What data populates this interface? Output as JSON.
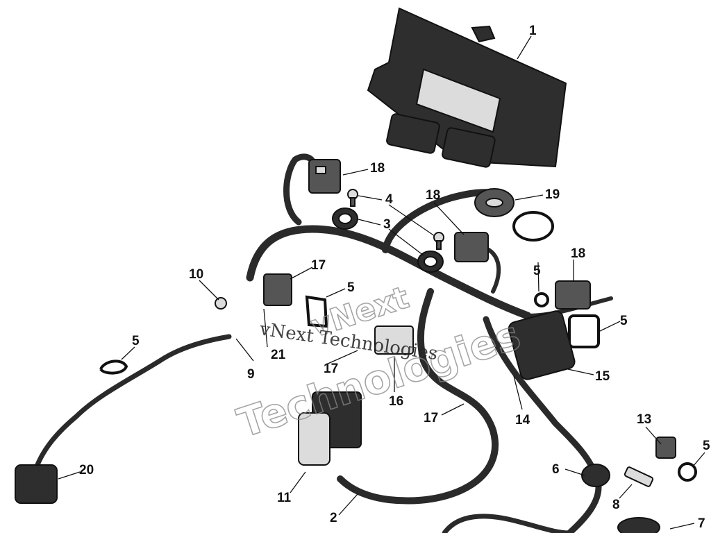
{
  "callouts": [
    {
      "label": "1"
    },
    {
      "label": "18"
    },
    {
      "label": "4"
    },
    {
      "label": "18"
    },
    {
      "label": "19"
    },
    {
      "label": "3"
    },
    {
      "label": "4"
    },
    {
      "label": "3"
    },
    {
      "label": "17"
    },
    {
      "label": "10"
    },
    {
      "label": "5"
    },
    {
      "label": "5"
    },
    {
      "label": "18"
    },
    {
      "label": "5"
    },
    {
      "label": "5"
    },
    {
      "label": "21"
    },
    {
      "label": "9"
    },
    {
      "label": "17"
    },
    {
      "label": "15"
    },
    {
      "label": "16"
    },
    {
      "label": "17"
    },
    {
      "label": "14"
    },
    {
      "label": "13"
    },
    {
      "label": "5"
    },
    {
      "label": "20"
    },
    {
      "label": "11"
    },
    {
      "label": "6"
    },
    {
      "label": "8"
    },
    {
      "label": "2"
    },
    {
      "label": "7"
    },
    {
      "label": "5"
    }
  ],
  "watermark": {
    "line1": "vNext Technologies",
    "big_word1": "vNext",
    "big_word2": "Technologies"
  },
  "colors": {
    "background": "#ffffff",
    "line": "#111111",
    "part_fill": "#2e2e2e"
  }
}
